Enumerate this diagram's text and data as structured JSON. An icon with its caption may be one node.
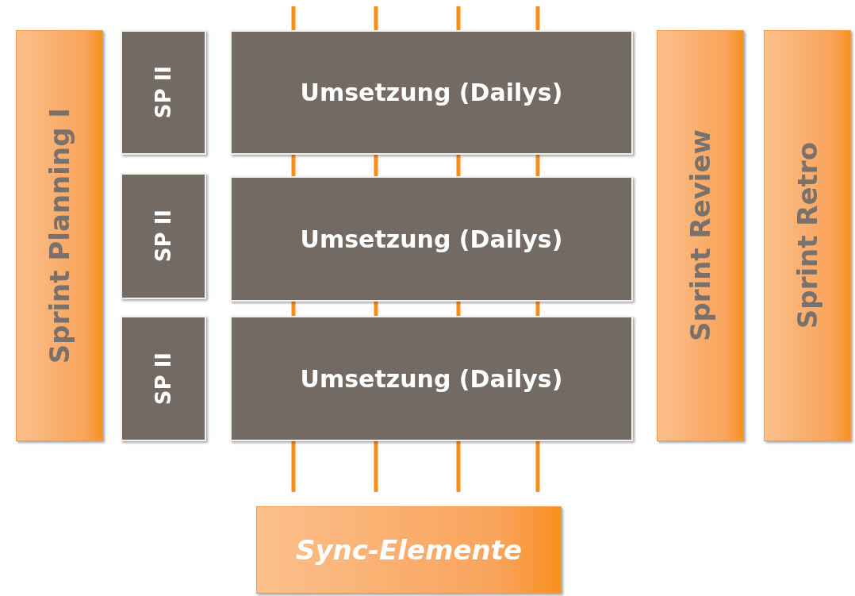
{
  "diagram": {
    "nodes": [
      {
        "text": [
          "Sprint Planning I"
        ]
      },
      {
        "text": [
          "SP II"
        ]
      },
      {
        "text": [
          "Umsetzung (Dailys)"
        ]
      },
      {
        "text": [
          "SP II"
        ]
      },
      {
        "text": [
          "Umsetzung (Dailys)"
        ]
      },
      {
        "text": [
          "SP II"
        ]
      },
      {
        "text": [
          "Umsetzung (Dailys)"
        ]
      },
      {
        "text": [
          "Sprint Review"
        ]
      },
      {
        "text": [
          "Sprint Retro"
        ]
      },
      {
        "text": [
          "Sync-Elemente"
        ]
      }
    ]
  }
}
